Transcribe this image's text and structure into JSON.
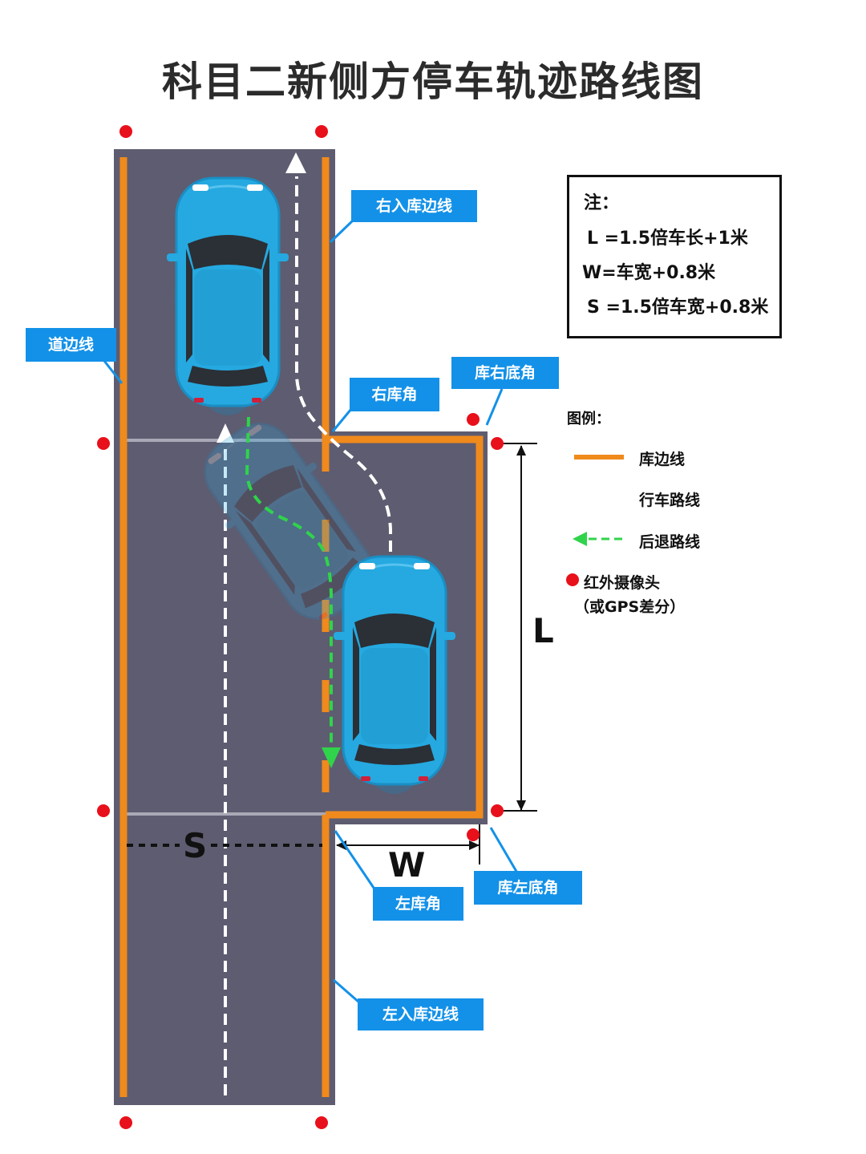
{
  "title": "科目二新侧方停车轨迹路线图",
  "callouts": {
    "right_entry_line": "右入库边线",
    "road_edge_line": "道边线",
    "right_corner": "右库角",
    "bay_right_bottom_corner": "库右底角",
    "left_corner": "左库角",
    "bay_left_bottom_corner": "库左底角",
    "left_entry_line": "左入库边线"
  },
  "notes": {
    "title": "注：",
    "lines": [
      "L =1.5倍车长+1米",
      "W=车宽+0.8米",
      "S =1.5倍车宽+0.8米"
    ]
  },
  "legend": {
    "title": "图例：",
    "items": [
      {
        "label": "库边线",
        "icon": "orange-line-icon"
      },
      {
        "label": "行车路线",
        "icon": "white-dashed-arrow-icon"
      },
      {
        "label": "后退路线",
        "icon": "green-dashed-arrow-icon"
      },
      {
        "label": "红外摄像头",
        "icon": "red-dot-icon"
      }
    ],
    "camera_sub": "（或GPS差分）"
  },
  "dimensions": {
    "L": "L",
    "W": "W",
    "S": "S"
  },
  "colors": {
    "road": "#5e5c70",
    "border_line": "#f08a1c",
    "drive_route": "#ffffff",
    "reverse_route": "#2fd44a",
    "camera": "#e8101a",
    "callout": "#1391e8",
    "car_body": "#25a9e0"
  }
}
